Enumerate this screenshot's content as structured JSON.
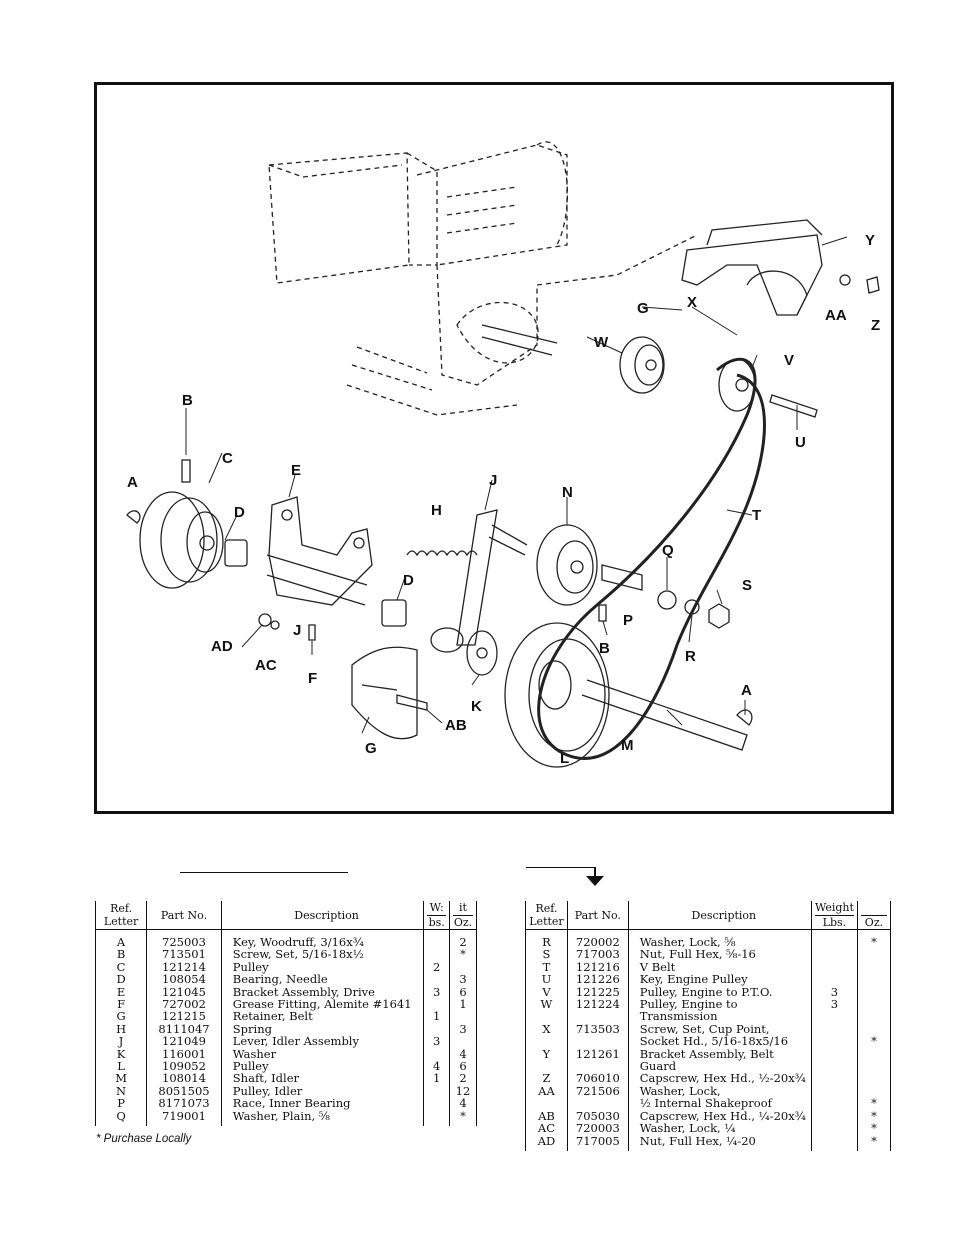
{
  "diagram": {
    "callouts": {
      "A1": "A",
      "B1": "B",
      "C1": "C",
      "D1": "D",
      "E": "E",
      "H": "H",
      "J1": "J",
      "N": "N",
      "T": "T",
      "Q": "Q",
      "S": "S",
      "D2": "D",
      "P": "P",
      "B2": "B",
      "R": "R",
      "AD": "AD",
      "AC": "AC",
      "J2": "J",
      "F": "F",
      "K": "K",
      "AB": "AB",
      "G1": "G",
      "A2": "A",
      "M": "M",
      "L": "L",
      "W": "W",
      "V": "V",
      "U": "U",
      "G2": "G",
      "X": "X",
      "Y": "Y",
      "AA": "AA",
      "Z": "Z"
    }
  },
  "table_left": {
    "headers": {
      "ref": "Ref. Letter",
      "part": "Part No.",
      "desc": "Description",
      "wt_top": "W:",
      "wt_top2": "it",
      "lbs": "bs.",
      "oz": "Oz."
    },
    "rows": [
      {
        "ref": "A",
        "part": "725003",
        "desc": "Key, Woodruff, 3/16x¾",
        "lbs": "",
        "oz": "2"
      },
      {
        "ref": "B",
        "part": "713501",
        "desc": "Screw, Set, 5/16-18x½",
        "lbs": "",
        "oz": "*"
      },
      {
        "ref": "C",
        "part": "121214",
        "desc": "Pulley",
        "lbs": "2",
        "oz": ""
      },
      {
        "ref": "D",
        "part": "108054",
        "desc": "Bearing, Needle",
        "lbs": "",
        "oz": "3"
      },
      {
        "ref": "E",
        "part": "121045",
        "desc": "Bracket Assembly, Drive",
        "lbs": "3",
        "oz": "6"
      },
      {
        "ref": "F",
        "part": "727002",
        "desc": "Grease Fitting, Alemite #1641",
        "lbs": "",
        "oz": "1"
      },
      {
        "ref": "G",
        "part": "121215",
        "desc": "Retainer, Belt",
        "lbs": "1",
        "oz": ""
      },
      {
        "ref": "H",
        "part": "8111047",
        "desc": "Spring",
        "lbs": "",
        "oz": "3"
      },
      {
        "ref": "J",
        "part": "121049",
        "desc": "Lever, Idler Assembly",
        "lbs": "3",
        "oz": ""
      },
      {
        "ref": "K",
        "part": "116001",
        "desc": "Washer",
        "lbs": "",
        "oz": "4"
      },
      {
        "ref": "L",
        "part": "109052",
        "desc": "Pulley",
        "lbs": "4",
        "oz": "6"
      },
      {
        "ref": "M",
        "part": "108014",
        "desc": "Shaft, Idler",
        "lbs": "1",
        "oz": "2"
      },
      {
        "ref": "N",
        "part": "8051505",
        "desc": "Pulley, Idler",
        "lbs": "",
        "oz": "12"
      },
      {
        "ref": "P",
        "part": "8171073",
        "desc": "Race, Inner Bearing",
        "lbs": "",
        "oz": "4"
      },
      {
        "ref": "Q",
        "part": "719001",
        "desc": "Washer, Plain, ⅝",
        "lbs": "",
        "oz": "*"
      }
    ]
  },
  "table_right": {
    "headers": {
      "ref": "Ref. Letter",
      "part": "Part No.",
      "desc": "Description",
      "wt_top": "Weight",
      "lbs": "Lbs.",
      "oz": "Oz."
    },
    "rows": [
      {
        "ref": "R",
        "part": "720002",
        "desc": "Washer, Lock, ⅝",
        "lbs": "",
        "oz": "*"
      },
      {
        "ref": "S",
        "part": "717003",
        "desc": "Nut, Full Hex, ⅝-16",
        "lbs": "",
        "oz": ""
      },
      {
        "ref": "T",
        "part": "121216",
        "desc": "V Belt",
        "lbs": "",
        "oz": ""
      },
      {
        "ref": "U",
        "part": "121226",
        "desc": "Key, Engine Pulley",
        "lbs": "",
        "oz": ""
      },
      {
        "ref": "V",
        "part": "121225",
        "desc": "Pulley, Engine to P.T.O.",
        "lbs": "3",
        "oz": ""
      },
      {
        "ref": "W",
        "part": "121224",
        "desc": "Pulley, Engine to Transmission",
        "lbs": "3",
        "oz": ""
      },
      {
        "ref": "X",
        "part": "713503",
        "desc": "Screw, Set, Cup Point,",
        "lbs": "",
        "oz": ""
      },
      {
        "ref": "",
        "part": "",
        "desc": "Socket Hd., 5/16-18x5/16",
        "lbs": "",
        "oz": "*",
        "sub": true
      },
      {
        "ref": "Y",
        "part": "121261",
        "desc": "Bracket Assembly, Belt Guard",
        "lbs": "",
        "oz": ""
      },
      {
        "ref": "Z",
        "part": "706010",
        "desc": "Capscrew, Hex Hd., ½-20x¾",
        "lbs": "",
        "oz": ""
      },
      {
        "ref": "AA",
        "part": "721506",
        "desc": "Washer, Lock,",
        "lbs": "",
        "oz": ""
      },
      {
        "ref": "",
        "part": "",
        "desc": "½ Internal Shakeproof",
        "lbs": "",
        "oz": "*",
        "indent": true
      },
      {
        "ref": "AB",
        "part": "705030",
        "desc": "Capscrew, Hex Hd., ¼-20x¾",
        "lbs": "",
        "oz": "*"
      },
      {
        "ref": "AC",
        "part": "720003",
        "desc": "Washer, Lock, ¼",
        "lbs": "",
        "oz": "*"
      },
      {
        "ref": "AD",
        "part": "717005",
        "desc": "Nut, Full Hex, ¼-20",
        "lbs": "",
        "oz": "*"
      }
    ]
  },
  "footnote": "* Purchase Locally"
}
